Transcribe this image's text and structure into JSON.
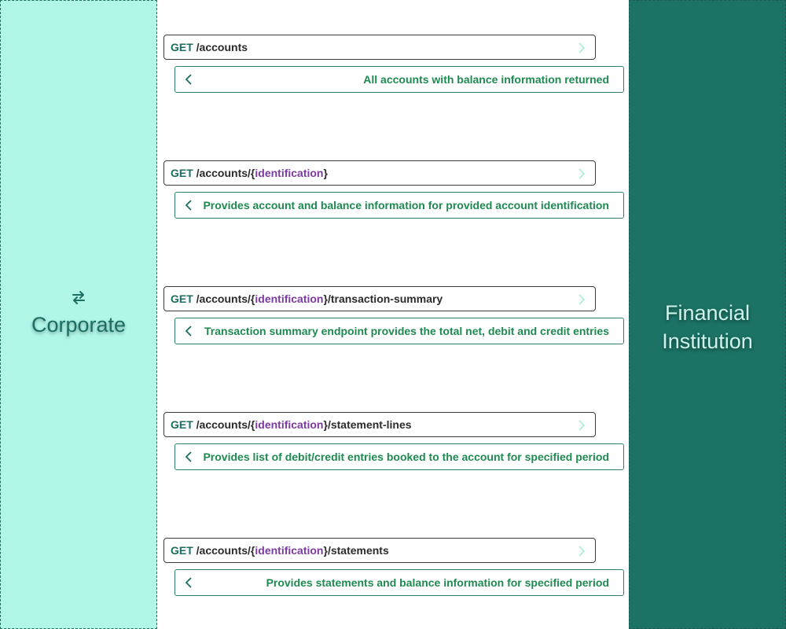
{
  "actors": {
    "left": "Corporate",
    "right_line1": "Financial",
    "right_line2": "Institution",
    "left_icon": "swap-arrows-icon"
  },
  "colors": {
    "corporate_bg": "#b0f7e8",
    "institution_bg": "#1b7265",
    "method": "#1b6e62",
    "param": "#7a3aa0",
    "response_text": "#1e8a52"
  },
  "requests": [
    {
      "method": "GET",
      "path_prefix": "/accounts",
      "param": "",
      "path_suffix": "",
      "response": "All accounts with balance information returned"
    },
    {
      "method": "GET",
      "path_prefix": "/accounts/{",
      "param": "identification",
      "path_suffix": "}",
      "response": "Provides account and balance information for provided account identification"
    },
    {
      "method": "GET",
      "path_prefix": "/accounts/{",
      "param": "identification",
      "path_suffix": "}/transaction-summary",
      "response": "Transaction summary endpoint provides the total net, debit and credit entries"
    },
    {
      "method": "GET",
      "path_prefix": "/accounts/{",
      "param": "identification",
      "path_suffix": "}/statement-lines",
      "response": "Provides list of debit/credit entries booked to the account for specified period"
    },
    {
      "method": "GET",
      "path_prefix": "/accounts/{",
      "param": "identification",
      "path_suffix": "}/statements",
      "response": "Provides statements and balance information for specified period"
    }
  ]
}
